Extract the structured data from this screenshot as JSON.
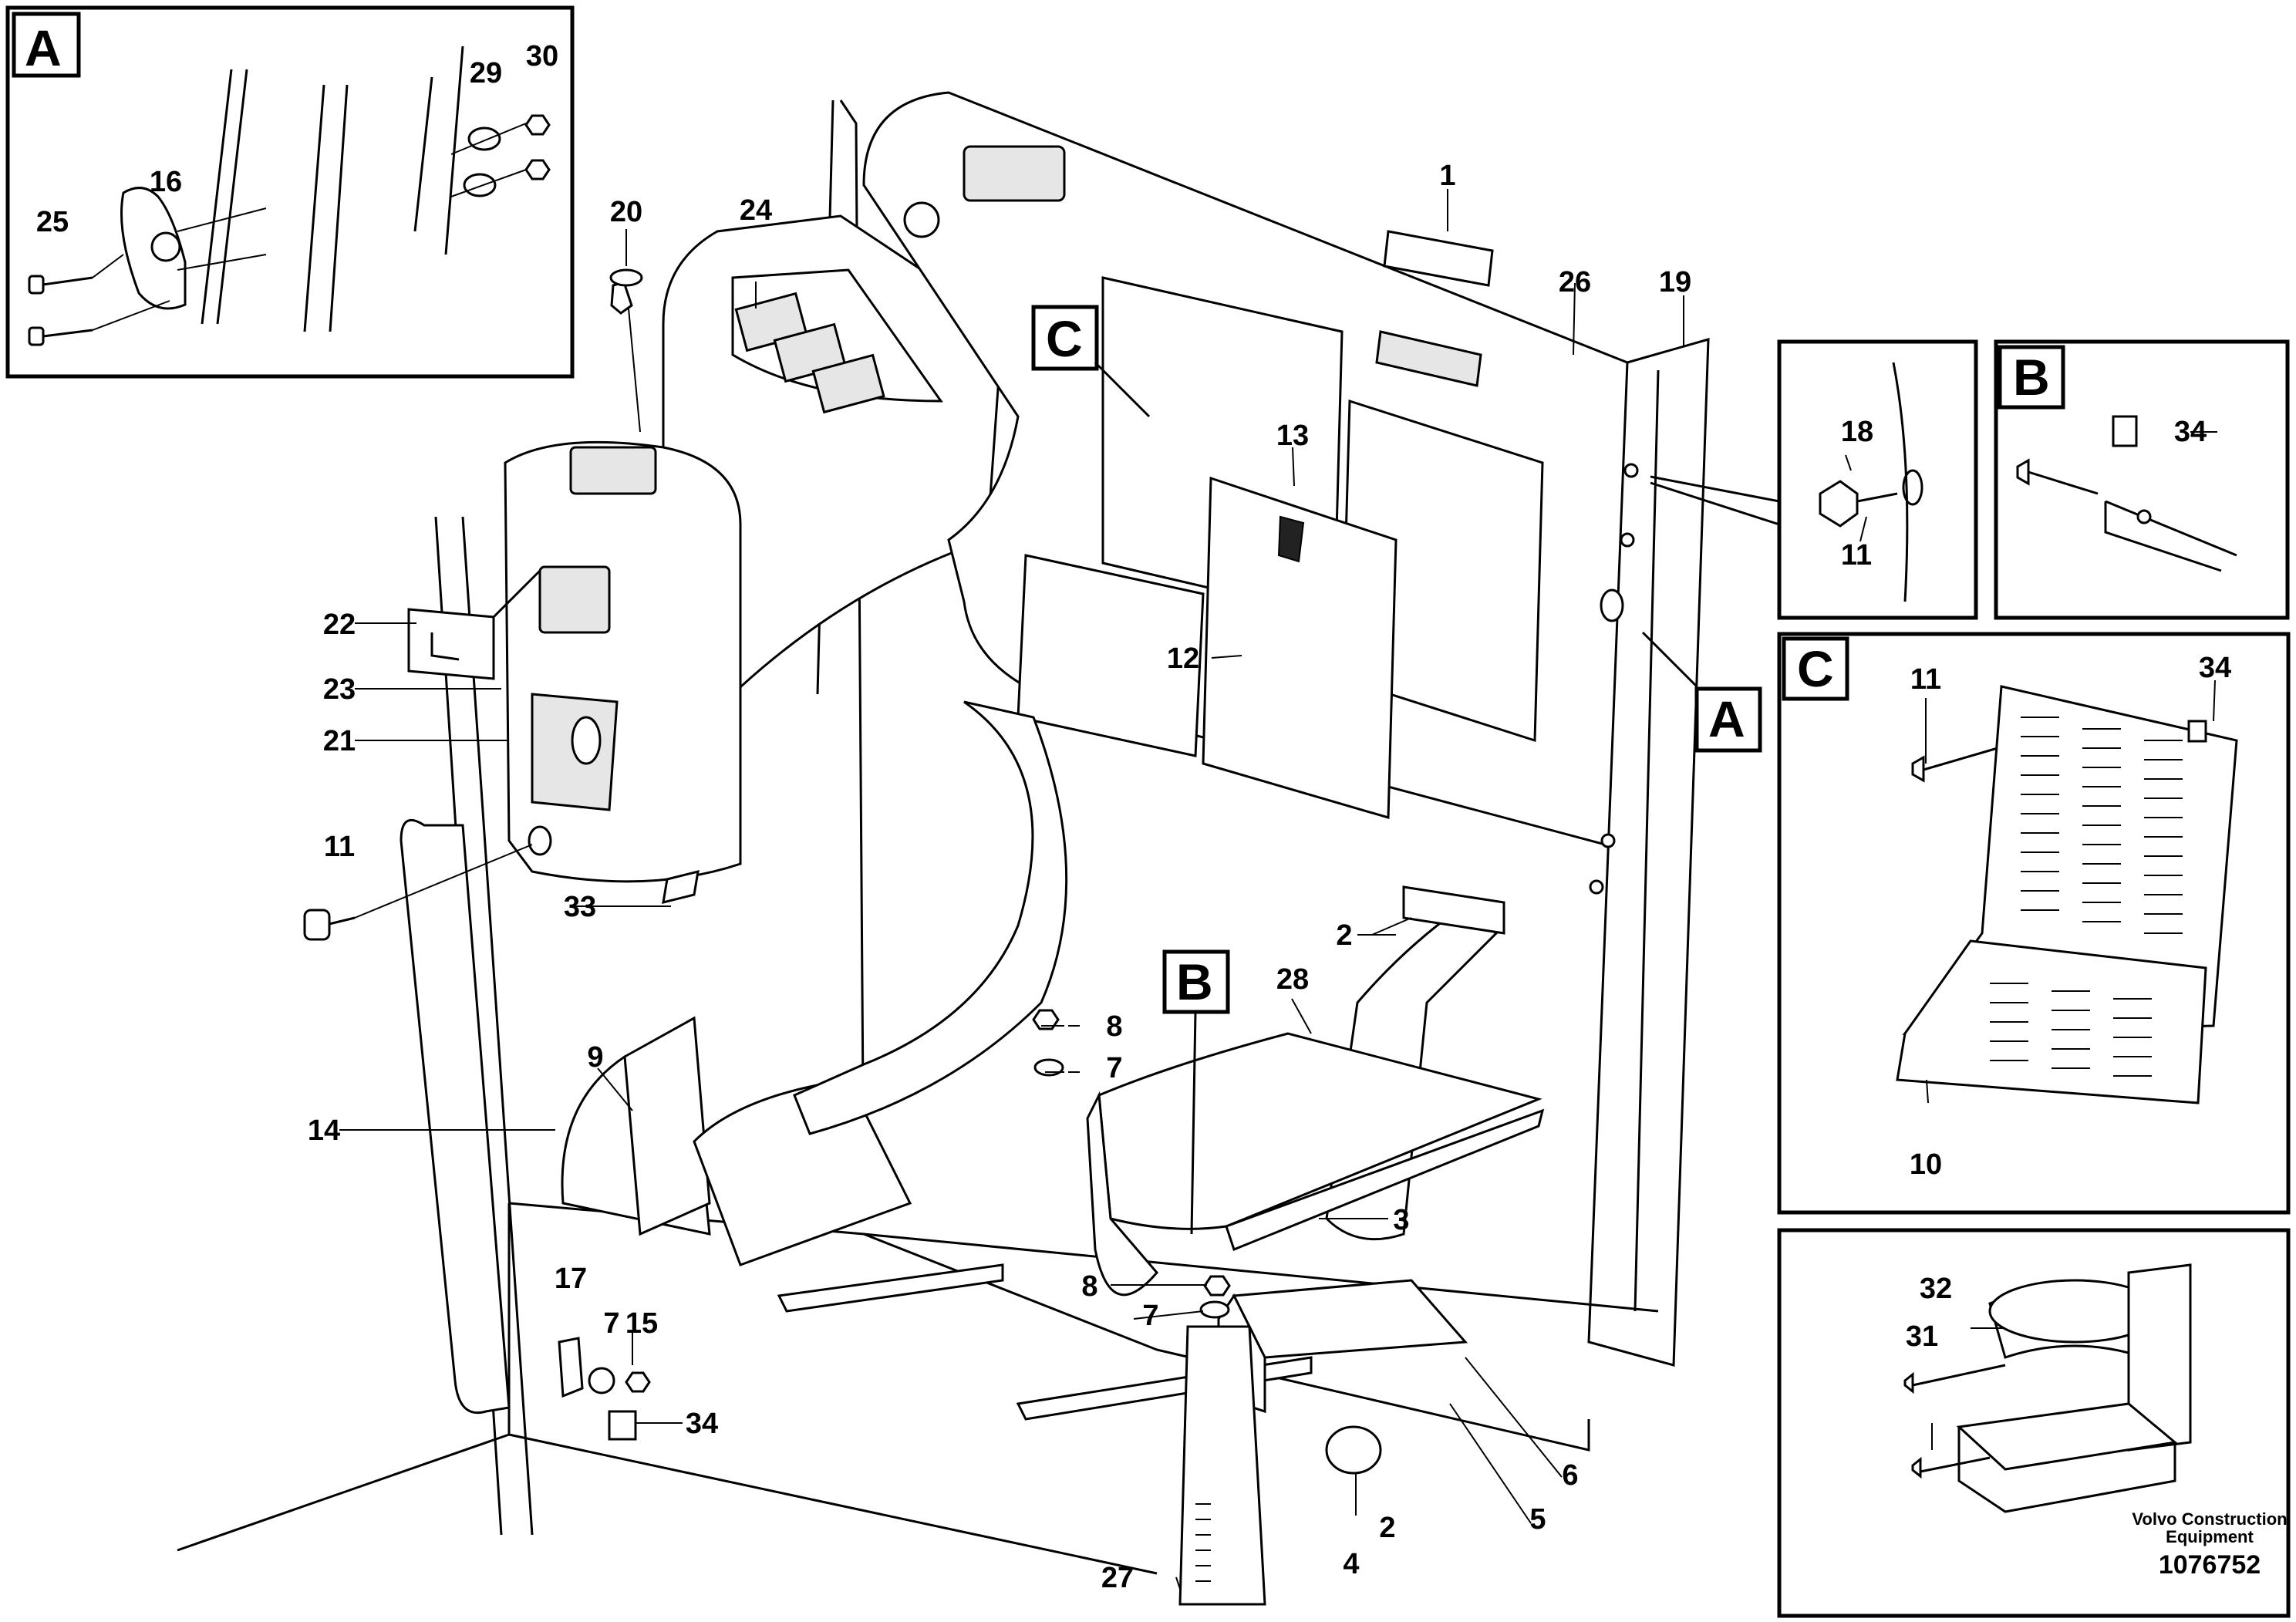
{
  "view_letters": {
    "a": "A",
    "b": "B",
    "c": "C"
  },
  "callouts": {
    "c1": "1",
    "c2": "2",
    "c3": "3",
    "c4": "4",
    "c5": "5",
    "c6": "6",
    "c7": "7",
    "c8": "8",
    "c9": "9",
    "c10": "10",
    "c11": "11",
    "c12": "12",
    "c13": "13",
    "c14": "14",
    "c15": "15",
    "c16": "16",
    "c17": "17",
    "c18": "18",
    "c19": "19",
    "c20": "20",
    "c21": "21",
    "c22": "22",
    "c23": "23",
    "c24": "24",
    "c25": "25",
    "c26": "26",
    "c27": "27",
    "c28": "28",
    "c29": "29",
    "c30": "30",
    "c31": "31",
    "c32": "32",
    "c33": "33",
    "c34": "34"
  },
  "footer": {
    "brand_line1": "Volvo Construction",
    "brand_line2": "Equipment",
    "part_number": "1076752"
  }
}
